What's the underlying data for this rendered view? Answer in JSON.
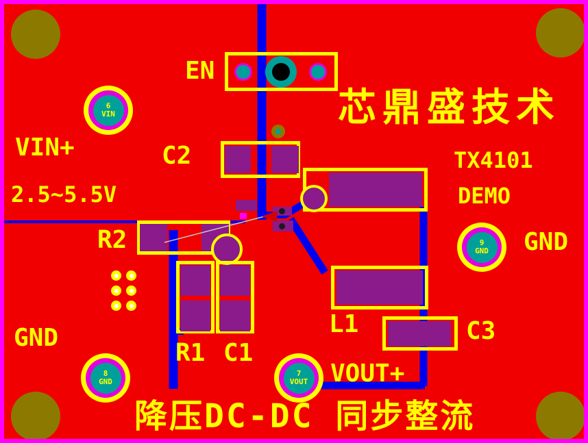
{
  "colors": {
    "board": "#f00000",
    "border": "#ff00ff",
    "silkscreen": "#ffff00",
    "pad": "#8b1a8b",
    "trace": "#0000f0",
    "mounting_hole": "#8c7a00",
    "testpoint_center": "#00a09a",
    "through_hole": "#000000"
  },
  "silkscreen": {
    "en_label": "EN",
    "title": "芯鼎盛技术",
    "part_number": "TX4101",
    "board_type": "DEMO",
    "vin_label": "VIN+",
    "vin_range": "2.5~5.5V",
    "gnd_right": "GND",
    "gnd_left": "GND",
    "c2": "C2",
    "r2": "R2",
    "r1": "R1",
    "c1": "C1",
    "l1": "L1",
    "c3": "C3",
    "vout_label": "VOUT+",
    "bottom_title": "降压DC-DC 同步整流"
  },
  "testpoints": [
    {
      "number": "6",
      "net": "VIN"
    },
    {
      "number": "9",
      "net": "GND"
    },
    {
      "number": "8",
      "net": "GND"
    },
    {
      "number": "7",
      "net": "VOUT"
    }
  ]
}
